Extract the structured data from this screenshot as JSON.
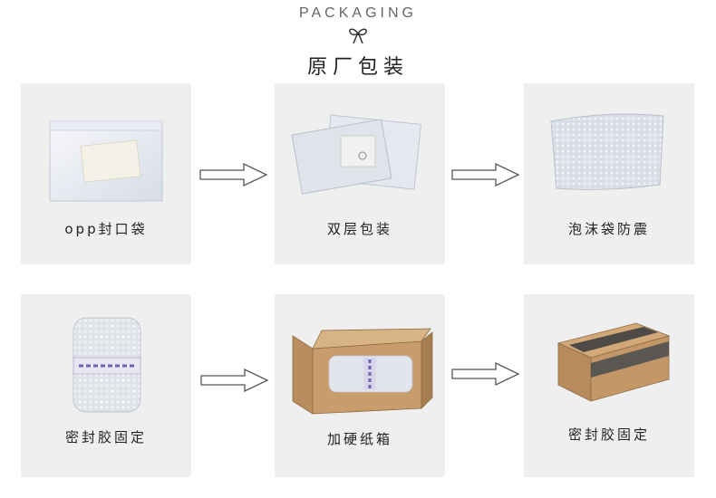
{
  "header": {
    "title_en": "PACKAGING",
    "title_cn": "原厂包装"
  },
  "steps": [
    {
      "caption": "opp封口袋"
    },
    {
      "caption": "双层包装"
    },
    {
      "caption": "泡沫袋防震"
    },
    {
      "caption": "密封胶固定"
    },
    {
      "caption": "加硬纸箱"
    },
    {
      "caption": "密封胶固定"
    }
  ],
  "colors": {
    "card_bg": "#efefef",
    "caption_text": "#222222",
    "title_text": "#222222",
    "arrow_stroke": "#555555"
  },
  "icons": [
    "bow-icon",
    "arrow-right-icon"
  ]
}
